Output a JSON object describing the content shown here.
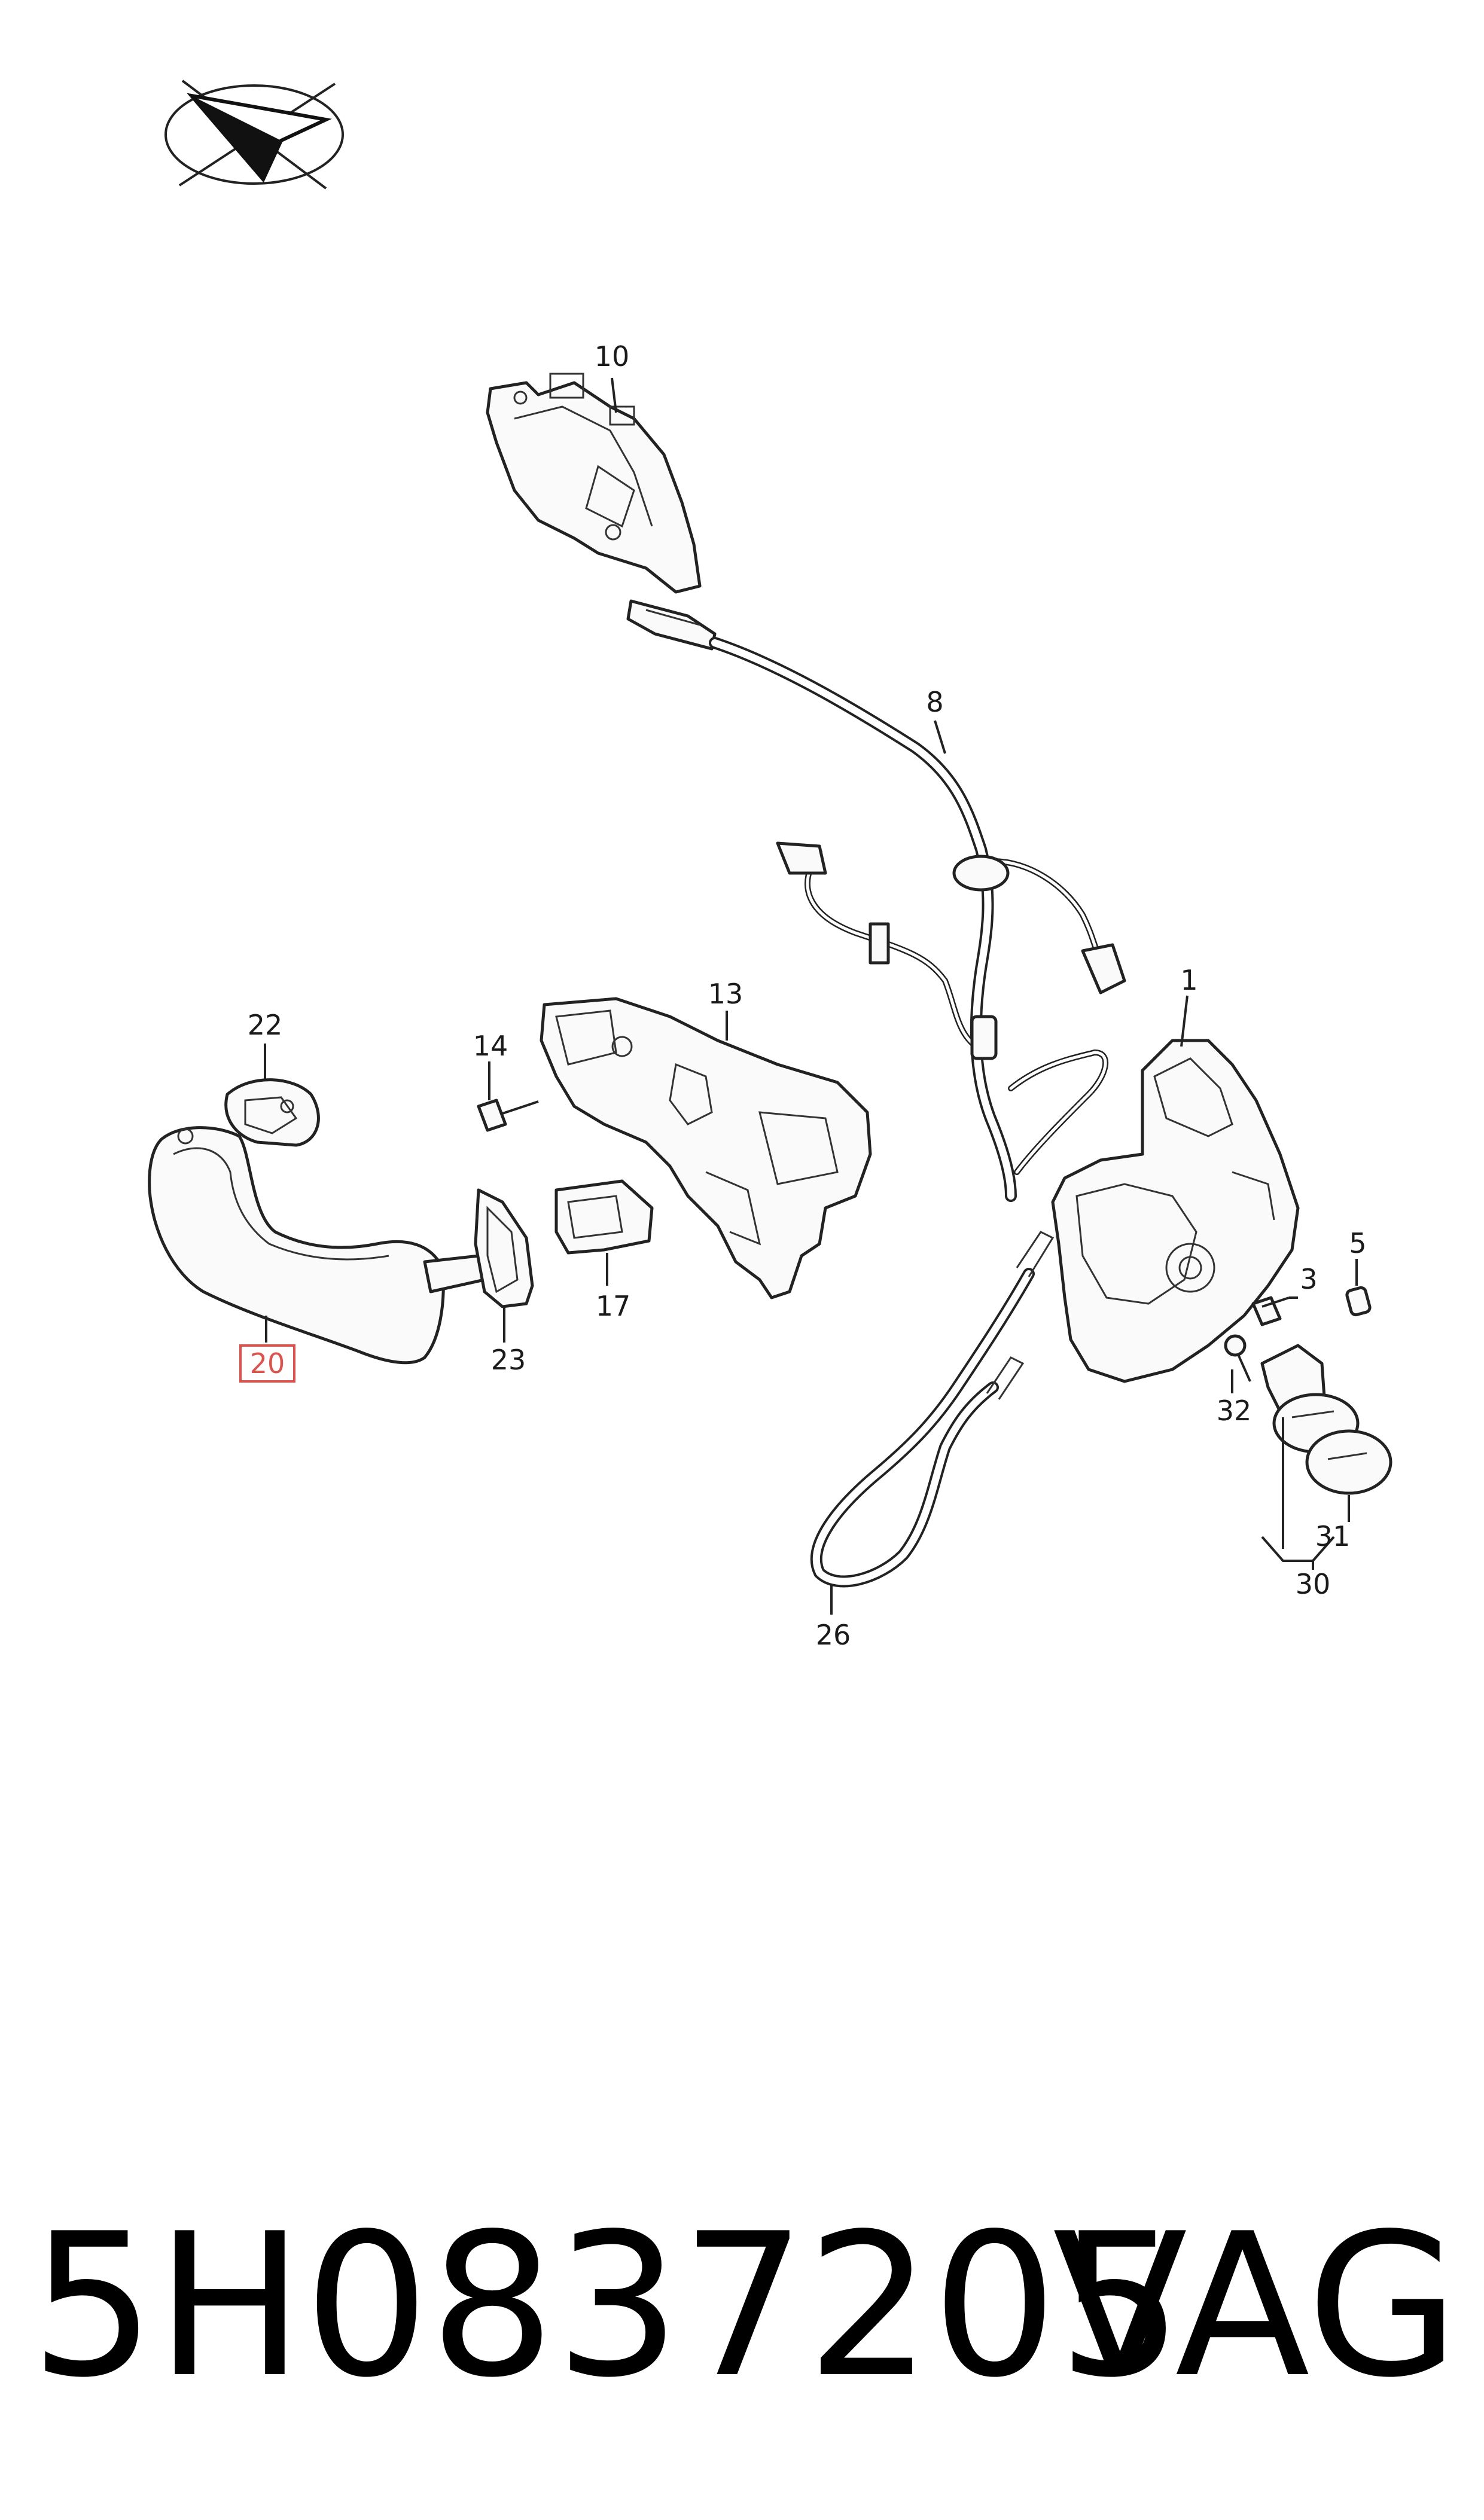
{
  "callouts": {
    "c1": "1",
    "c3": "3",
    "c5": "5",
    "c8": "8",
    "c10": "10",
    "c13": "13",
    "c14": "14",
    "c17": "17",
    "c20": "20",
    "c22": "22",
    "c23": "23",
    "c26": "26",
    "c30": "30",
    "c31": "31",
    "c32": "32"
  },
  "highlight": {
    "callout": "20",
    "color": "#d9534f"
  },
  "footer": {
    "part_number": "5H0837205",
    "brand": "VAG"
  },
  "icons": {
    "orientation": "paper-plane-direction-icon"
  }
}
